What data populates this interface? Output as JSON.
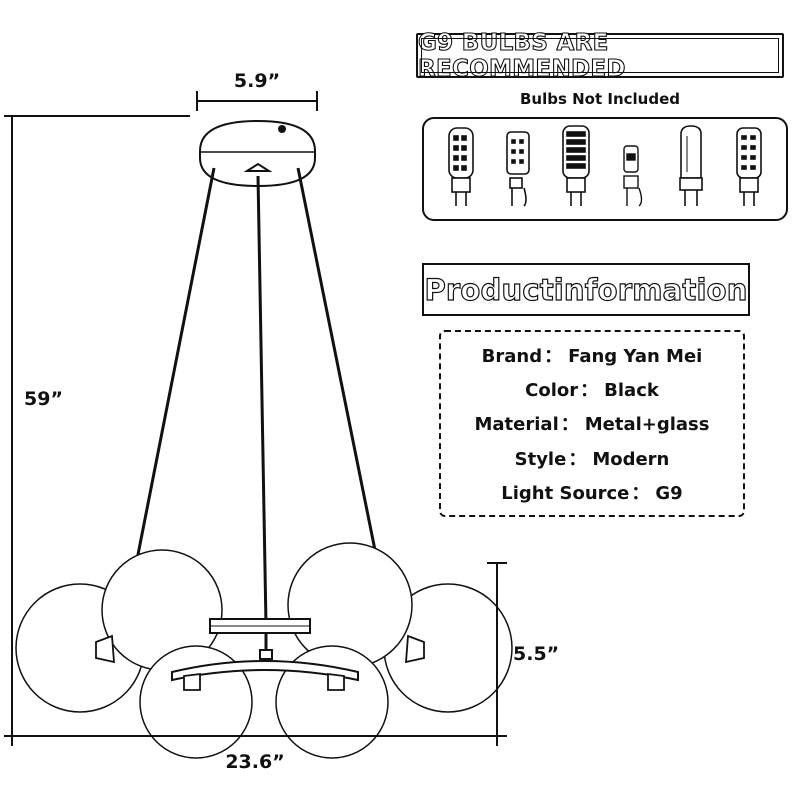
{
  "dimensions": {
    "canopy_width": "5.9”",
    "total_height": "59”",
    "fixture_height": "5.5”",
    "fixture_width": "23.6”"
  },
  "bulbs": {
    "recommendation": "G9 BULBS ARE RECOMMENDED",
    "note": "Bulbs Not Included",
    "icons": [
      "g9-led-bulb-icon",
      "g9-led-bulb-icon",
      "g9-led-bulb-icon",
      "g9-led-bulb-icon",
      "g9-halogen-bulb-icon",
      "g9-led-bulb-icon"
    ]
  },
  "product_info": {
    "heading": "Productinformation",
    "rows": [
      {
        "label": "Brand",
        "value": "Fang Yan Mei"
      },
      {
        "label": "Color",
        "value": "Black"
      },
      {
        "label": "Material",
        "value": "Metal+glass"
      },
      {
        "label": "Style",
        "value": "Modern"
      },
      {
        "label": "Light Source",
        "value": "G9"
      }
    ],
    "separator": "："
  }
}
